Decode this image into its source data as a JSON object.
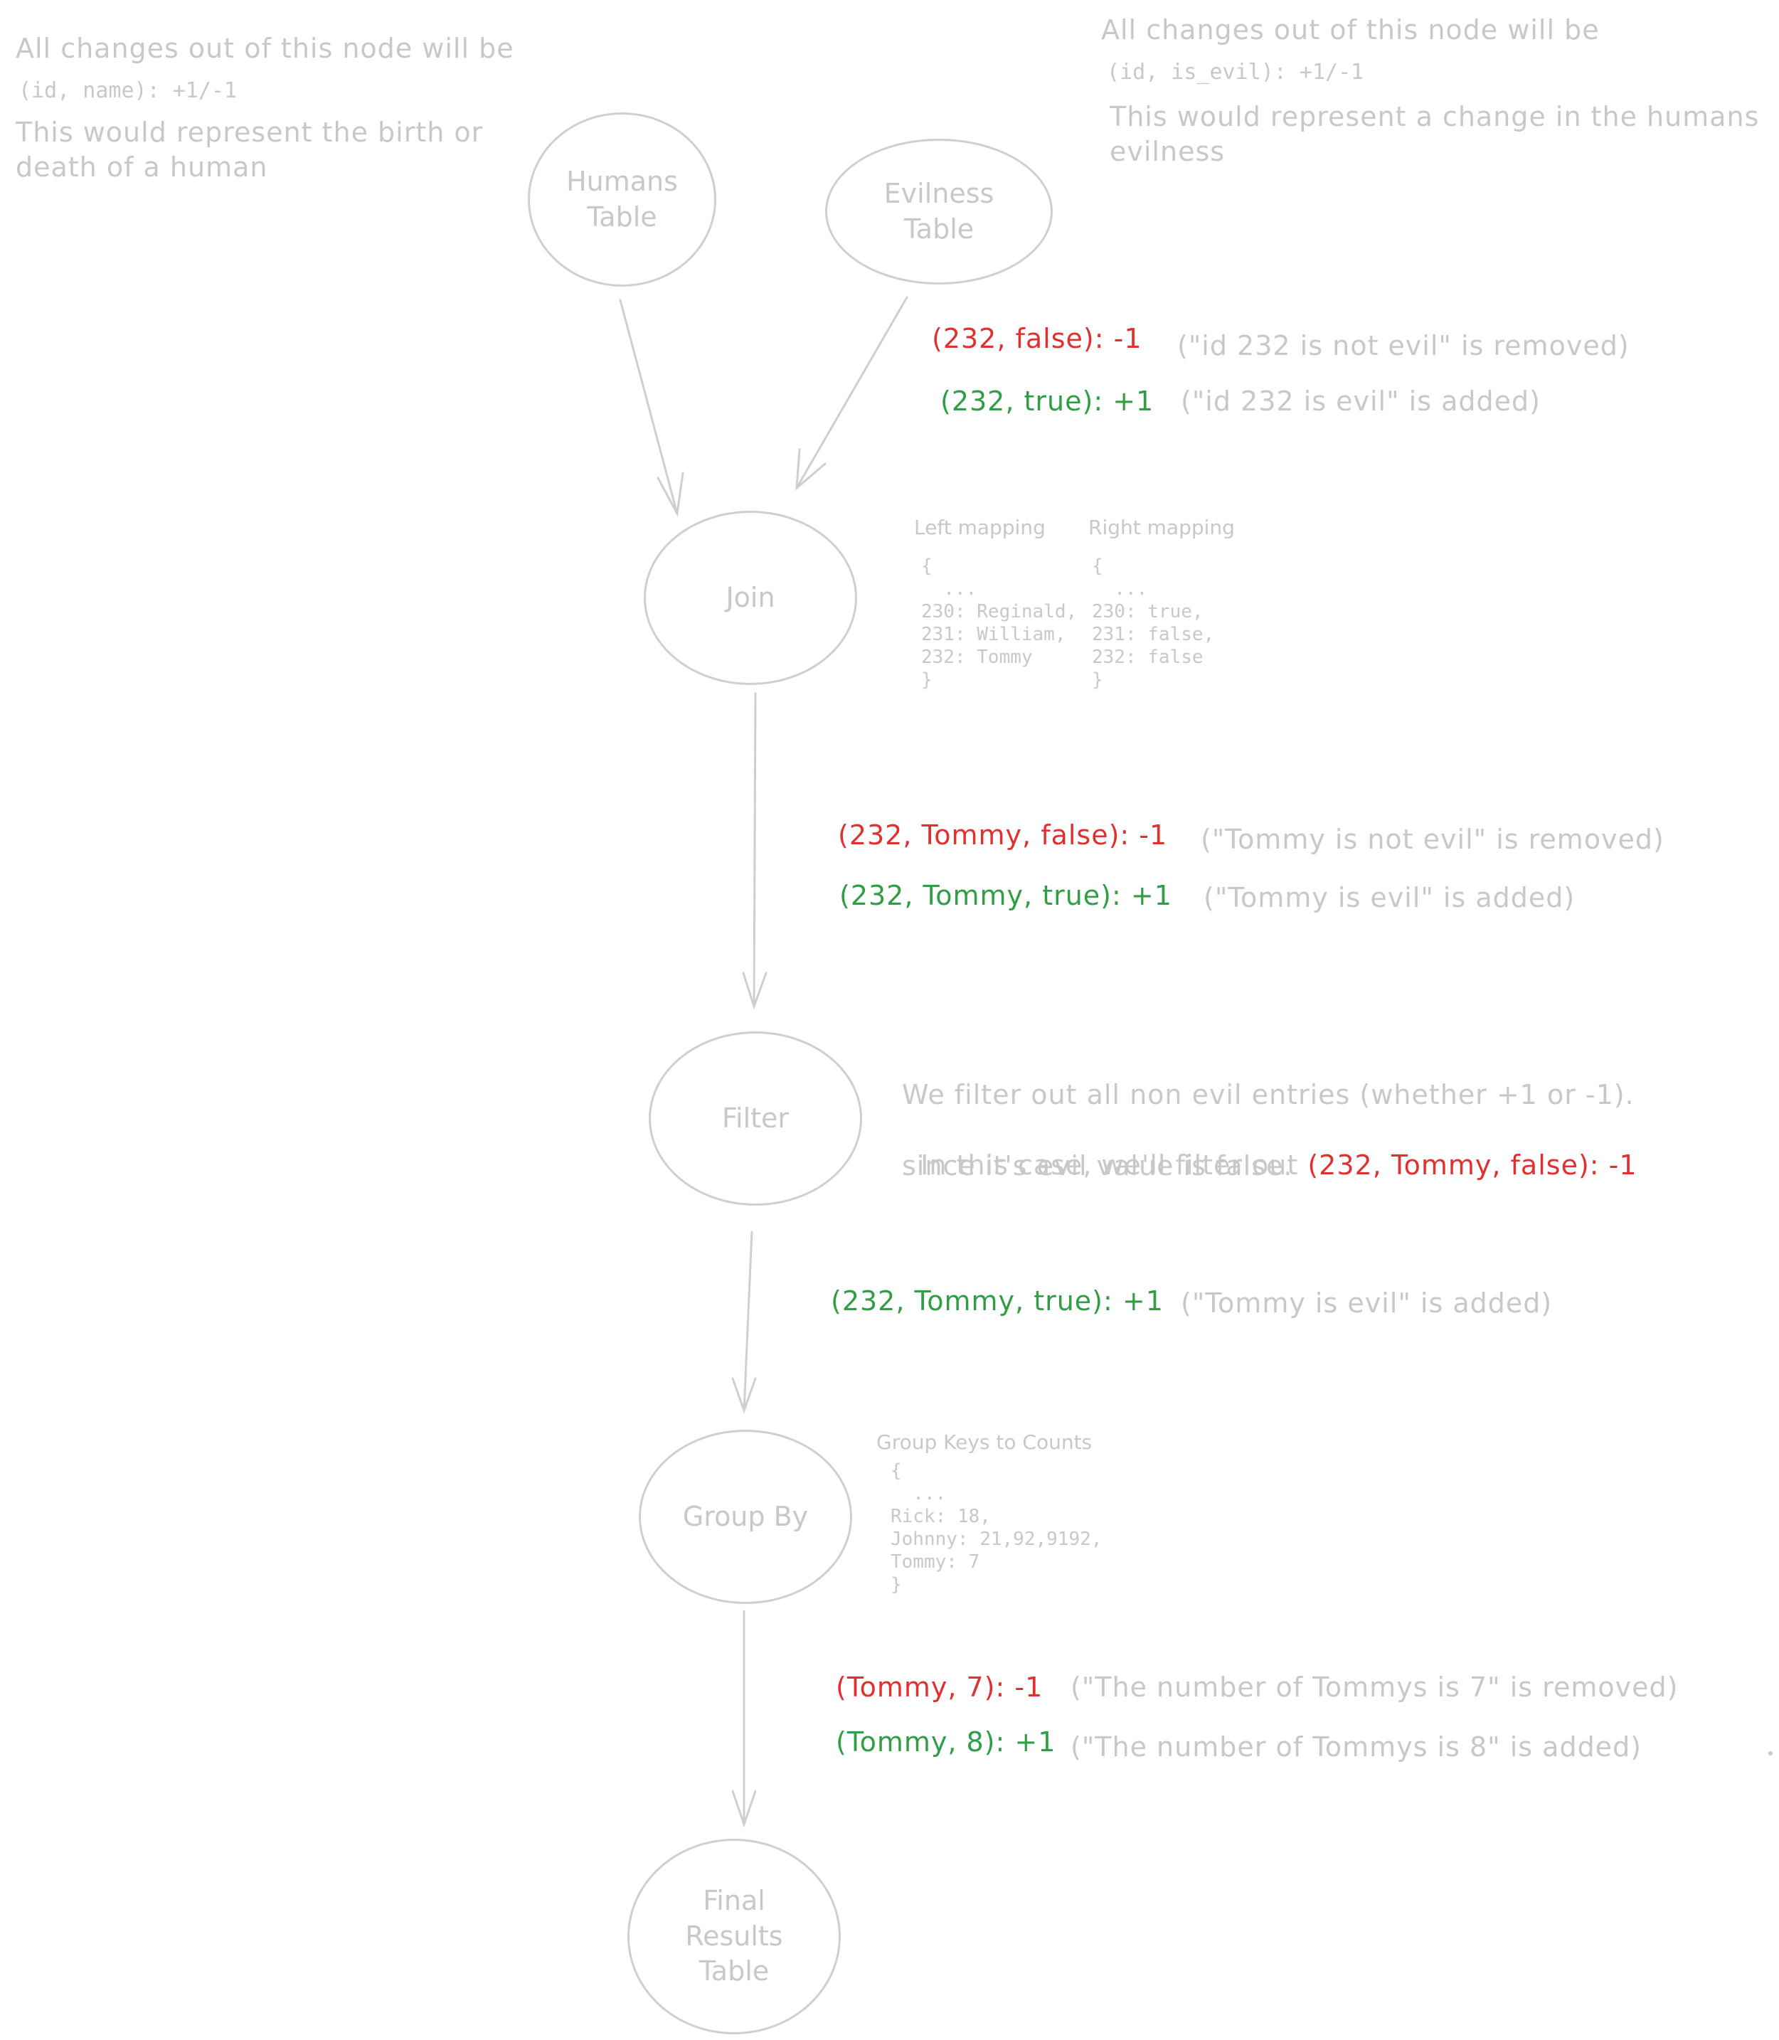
{
  "notes": {
    "humans": {
      "line1": "All changes out of this node will be",
      "line2": "(id, name): +1/-1",
      "line3": "This would represent the birth or\ndeath of a human"
    },
    "evilness": {
      "line1": "All changes out of this node will be",
      "line2": "(id, is_evil): +1/-1",
      "line3": "This would represent a change in the humans\nevilness"
    }
  },
  "nodes": {
    "humans": "Humans\nTable",
    "evilness": "Evilness\nTable",
    "join": "Join",
    "filter": "Filter",
    "group_by": "Group By",
    "final": "Final\nResults\nTable"
  },
  "evilness_changes": {
    "removed": "(232, false): -1",
    "removed_note": "(\"id 232 is not evil\" is removed)",
    "added": "(232, true): +1",
    "added_note": "(\"id 232 is evil\" is added)"
  },
  "join_mappings": {
    "left_title": "Left mapping",
    "right_title": "Right mapping",
    "left_body": "{\n  ...\n230: Reginald,\n231: William,\n232: Tommy\n}",
    "right_body": "{\n  ...\n230: true,\n231: false,\n232: false\n}"
  },
  "join_changes": {
    "removed": "(232, Tommy, false): -1",
    "removed_note": "(\"Tommy is not evil\" is removed)",
    "added": "(232, Tommy, true): +1",
    "added_note": "(\"Tommy is evil\" is added)"
  },
  "filter_note": {
    "line1": "We filter out all non evil entries (whether +1 or -1).",
    "line2_prefix": "In this case, we'll filter out ",
    "line2_highlight": "(232, Tommy, false): -1",
    "line3": "since it's evil value is false."
  },
  "filter_changes": {
    "added": "(232, Tommy, true): +1",
    "added_note": "(\"Tommy is evil\" is added)"
  },
  "group_by_mapping": {
    "title": "Group Keys to Counts",
    "body": "{\n  ...\nRick: 18,\nJohnny: 21,92,9192,\nTommy: 7\n}"
  },
  "group_by_changes": {
    "removed": "(Tommy, 7): -1",
    "removed_note": "(\"The number of Tommys is 7\" is removed)",
    "added": "(Tommy, 8): +1",
    "added_note": "(\"The number of Tommys is 8\" is added)"
  },
  "colors": {
    "stroke": "#cfcfcf",
    "text": "#c8c8c8",
    "removed": "#e03131",
    "added": "#2f9e44"
  }
}
